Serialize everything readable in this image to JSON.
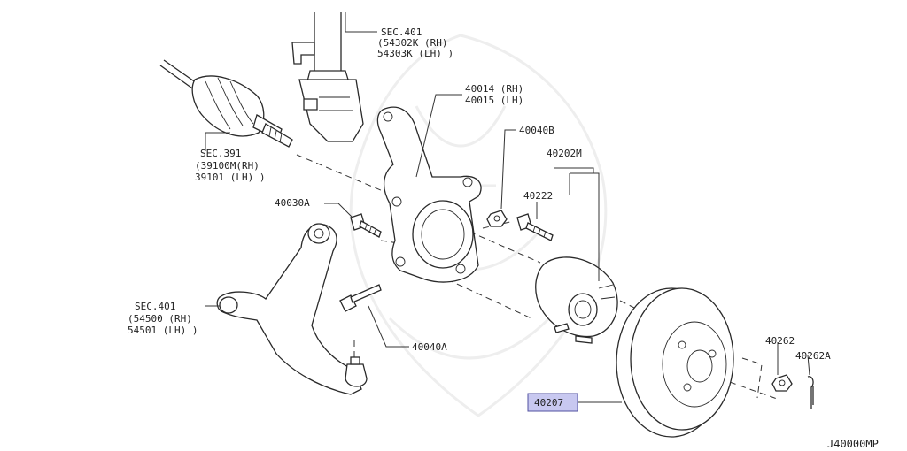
{
  "labels": {
    "sec401_strut": "SEC.401",
    "sec401_strut_rh": "(54302K (RH)",
    "sec401_strut_lh": " 54303K (LH) )",
    "knuckle_rh": "40014 (RH)",
    "knuckle_lh": "40015 (LH)",
    "nut_40040b": "40040B",
    "sec391": "SEC.391",
    "sec391_rh": "(39100M(RH)",
    "sec391_lh": " 39101  (LH) )",
    "hub_assy": "40202M",
    "hub_bolt": "40222",
    "bolt_40030a": "40030A",
    "sec401_arm": "SEC.401",
    "sec401_arm_rh": "(54500 (RH)",
    "sec401_arm_lh": " 54501 (LH) )",
    "bolt_40040a": "40040A",
    "nut_40262": "40262",
    "pin_40262a": "40262A",
    "rotor": "40207",
    "diagram_code": "J40000MP"
  },
  "highlight_color": "#c8c8f0"
}
